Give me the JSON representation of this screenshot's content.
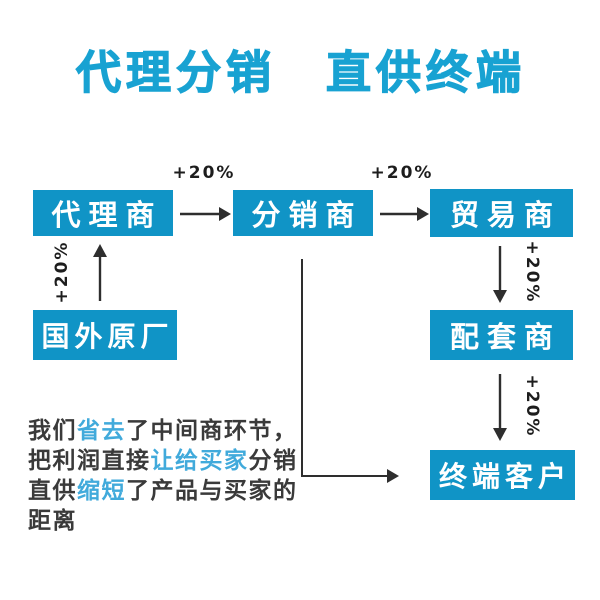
{
  "title": "代理分销　直供终端",
  "colors": {
    "box": "#1094c6",
    "title": "#18a2d2",
    "highlight": "#41aadb",
    "body_text": "#3a3a3a",
    "arrow": "#2e2e2e"
  },
  "boxes": {
    "agent": "代理商",
    "distributor": "分销商",
    "trader": "贸易商",
    "factory": "国外原厂",
    "supporting": "配套商",
    "end_customer": "终端客户"
  },
  "arrows": [
    {
      "id": "factory-to-agent",
      "label": "+20%"
    },
    {
      "id": "agent-to-distributor",
      "label": "+20%"
    },
    {
      "id": "distributor-to-trader",
      "label": "+20%"
    },
    {
      "id": "trader-to-supporting",
      "label": "+20%"
    },
    {
      "id": "supporting-to-end-customer",
      "label": "+20%"
    },
    {
      "id": "distributor-to-end-customer",
      "label": ""
    }
  ],
  "paragraph": {
    "lines": [
      {
        "pre": "我们",
        "hl": "省去",
        "post": "了中间商环节，"
      },
      {
        "pre": "把利润直接",
        "hl": "让给买家",
        "post": "分销"
      },
      {
        "pre": "直供",
        "hl": "缩短",
        "post": "了产品与买家的"
      },
      {
        "pre": "距离",
        "hl": "",
        "post": ""
      }
    ]
  }
}
